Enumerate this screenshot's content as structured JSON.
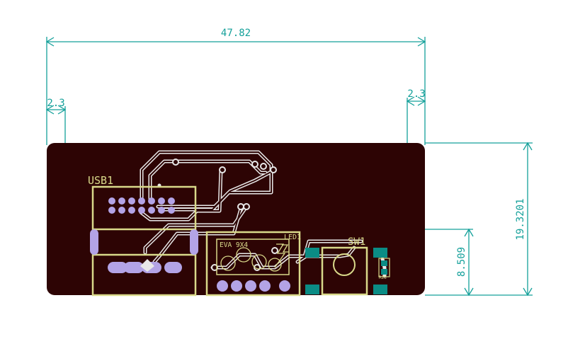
{
  "colors": {
    "background": "#ffffff",
    "board": "#2d0404",
    "silkscreen": "#d9d98a",
    "dimension": "#14a09a",
    "pad_purple": "#b3a3e6",
    "pad_teal": "#0b8c85",
    "trace": "#e6e6e6"
  },
  "dimensions": {
    "width": "47.82",
    "left_inset": "2.3",
    "right_inset": "2.3",
    "height": "19.3201",
    "mid_height": "8.509"
  },
  "components": {
    "usb": "USB1",
    "led_module": "EVA 9X4",
    "led_ref": "LED1",
    "switch": "SW1",
    "small_part": "R23"
  }
}
